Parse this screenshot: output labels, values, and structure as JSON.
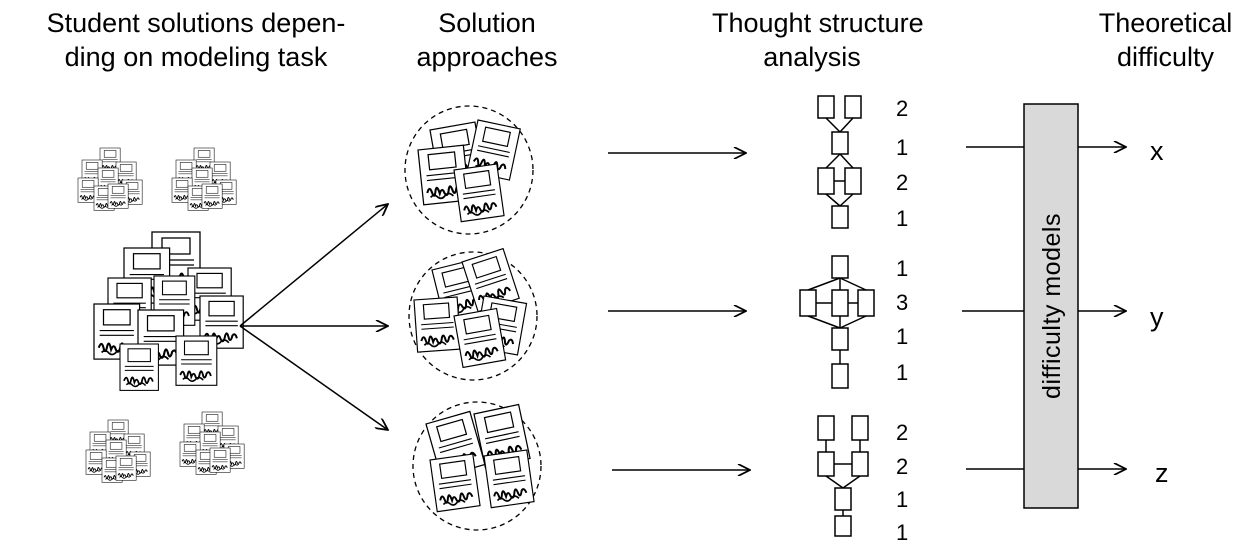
{
  "headers": {
    "col1": [
      "Student solutions depen-",
      "ding on modeling task"
    ],
    "col2": [
      "Solution",
      "approaches"
    ],
    "col3": [
      "Thought structure",
      "analysis"
    ],
    "col4": [
      "Theoretical",
      "difficulty"
    ]
  },
  "structures": [
    {
      "widths": [
        "2",
        "1",
        "2",
        "1"
      ]
    },
    {
      "widths": [
        "1",
        "3",
        "1",
        "1"
      ]
    },
    {
      "widths": [
        "2",
        "2",
        "1",
        "1"
      ]
    }
  ],
  "model_box_label": "difficulty models",
  "outputs": [
    "x",
    "y",
    "z"
  ],
  "colors": {
    "model_box_fill": "#d9d9d9",
    "stroke": "#000000"
  }
}
